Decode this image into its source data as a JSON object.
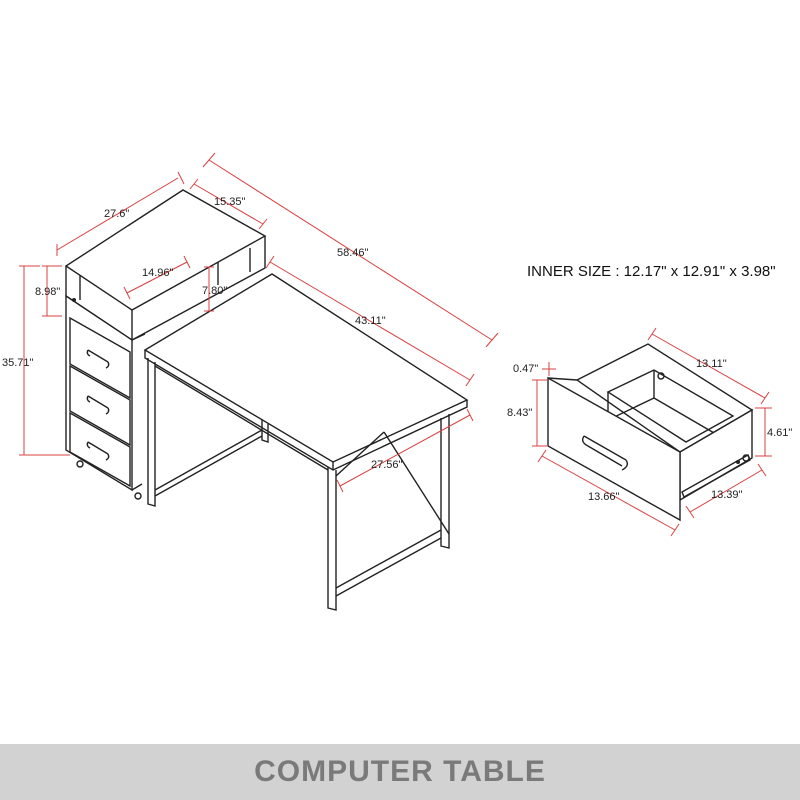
{
  "desk_dimensions": {
    "shelf_width": "27.6\"",
    "shelf_depth": "15.35\"",
    "total_length": "58.46\"",
    "shelf_inner_width": "14.96\"",
    "shelf_inner_height": "7.80\"",
    "shelf_side_height": "8.98\"",
    "total_height": "35.71\"",
    "desktop_length": "43.11\"",
    "desktop_depth": "27.56\""
  },
  "inner_size": "INNER SIZE : 12.17\" x 12.91\" x 3.98\"",
  "drawer_dimensions": {
    "panel_thickness": "0.47\"",
    "front_height": "8.43\"",
    "back_width": "13.11\"",
    "side_height": "4.61\"",
    "front_width": "13.66\"",
    "depth": "13.39\""
  },
  "footer_title": "COMPUTER TABLE"
}
